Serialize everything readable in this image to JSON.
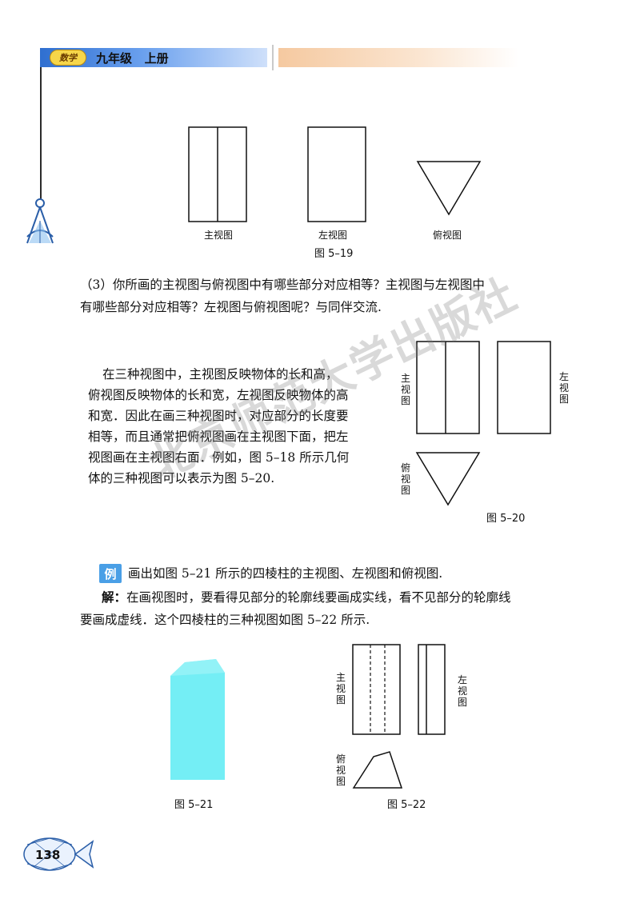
{
  "header": {
    "logo_text": "数学",
    "title": "九年级   上册"
  },
  "figure_5_19": {
    "labels": [
      "主视图",
      "左视图",
      "俯视图"
    ],
    "caption": "图 5–19"
  },
  "question3": {
    "line1": "（3）你所画的主视图与俯视图中有哪些部分对应相等？主视图与左视图中",
    "line2": "有哪些部分对应相等？左视图与俯视图呢？与同伴交流."
  },
  "paragraph": {
    "lines": [
      "在三种视图中，主视图反映物体的长和高，",
      "俯视图反映物体的长和宽，左视图反映物体的高",
      "和宽．因此在画三种视图时，对应部分的长度要",
      "相等，而且通常把俯视图画在主视图下面，把左",
      "视图画在主视图右面．例如，图 5–18 所示几何",
      "体的三种视图可以表示为图 5–20."
    ]
  },
  "figure_5_20": {
    "label_main": "主视图",
    "label_left": "左视图",
    "label_top": "俯视图",
    "caption": "图 5–20"
  },
  "example": {
    "badge": "例",
    "question": "画出如图 5–21 所示的四棱柱的主视图、左视图和俯视图.",
    "solution_label": "解：",
    "solution_line1": "在画视图时，要看得见部分的轮廓线要画成实线，看不见部分的轮廓线",
    "solution_line2": "要画成虚线．这个四棱柱的三种视图如图 5–22 所示."
  },
  "figure_5_21": {
    "caption": "图 5–21",
    "fill_color": "#74eef5"
  },
  "figure_5_22": {
    "label_main": "主视图",
    "label_left": "左视图",
    "label_top": "俯视图",
    "caption": "图 5–22"
  },
  "watermark": "北京师范大学出版社",
  "page_number": "138"
}
